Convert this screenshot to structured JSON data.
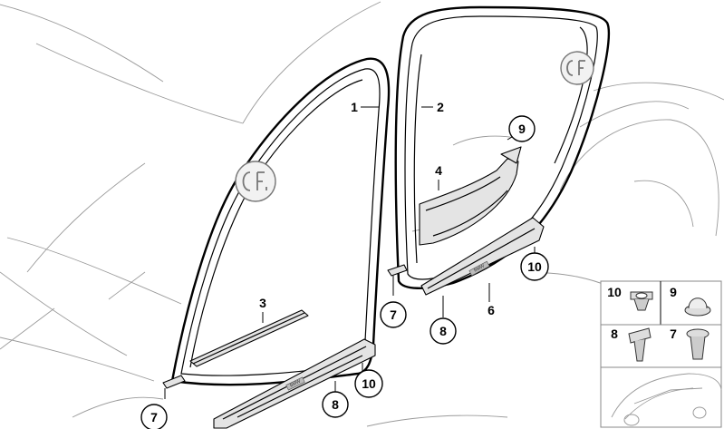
{
  "callouts": [
    {
      "id": "c-7a",
      "number": "7"
    },
    {
      "id": "c-8a",
      "number": "8"
    },
    {
      "id": "c-10a",
      "number": "10"
    },
    {
      "id": "c-7b",
      "number": "7"
    },
    {
      "id": "c-8b",
      "number": "8"
    },
    {
      "id": "c-9",
      "number": "9"
    },
    {
      "id": "c-10b",
      "number": "10"
    }
  ],
  "labels": [
    {
      "id": "l-1",
      "number": "1"
    },
    {
      "id": "l-2",
      "number": "2"
    },
    {
      "id": "l-3",
      "number": "3"
    },
    {
      "id": "l-4",
      "number": "4"
    },
    {
      "id": "l-6",
      "number": "6"
    }
  ],
  "fastener_panel": [
    {
      "number": "10",
      "part": "clip-nut"
    },
    {
      "number": "9",
      "part": "grommet"
    },
    {
      "number": "8",
      "part": "expanding-rivet"
    },
    {
      "number": "7",
      "part": "plug-clip"
    }
  ],
  "sill_badge_text": "BMW",
  "colors": {
    "line": "#000000",
    "context_line": "#9a9a9a",
    "part_fill": "#e4e4e4",
    "badge": "#777777"
  }
}
